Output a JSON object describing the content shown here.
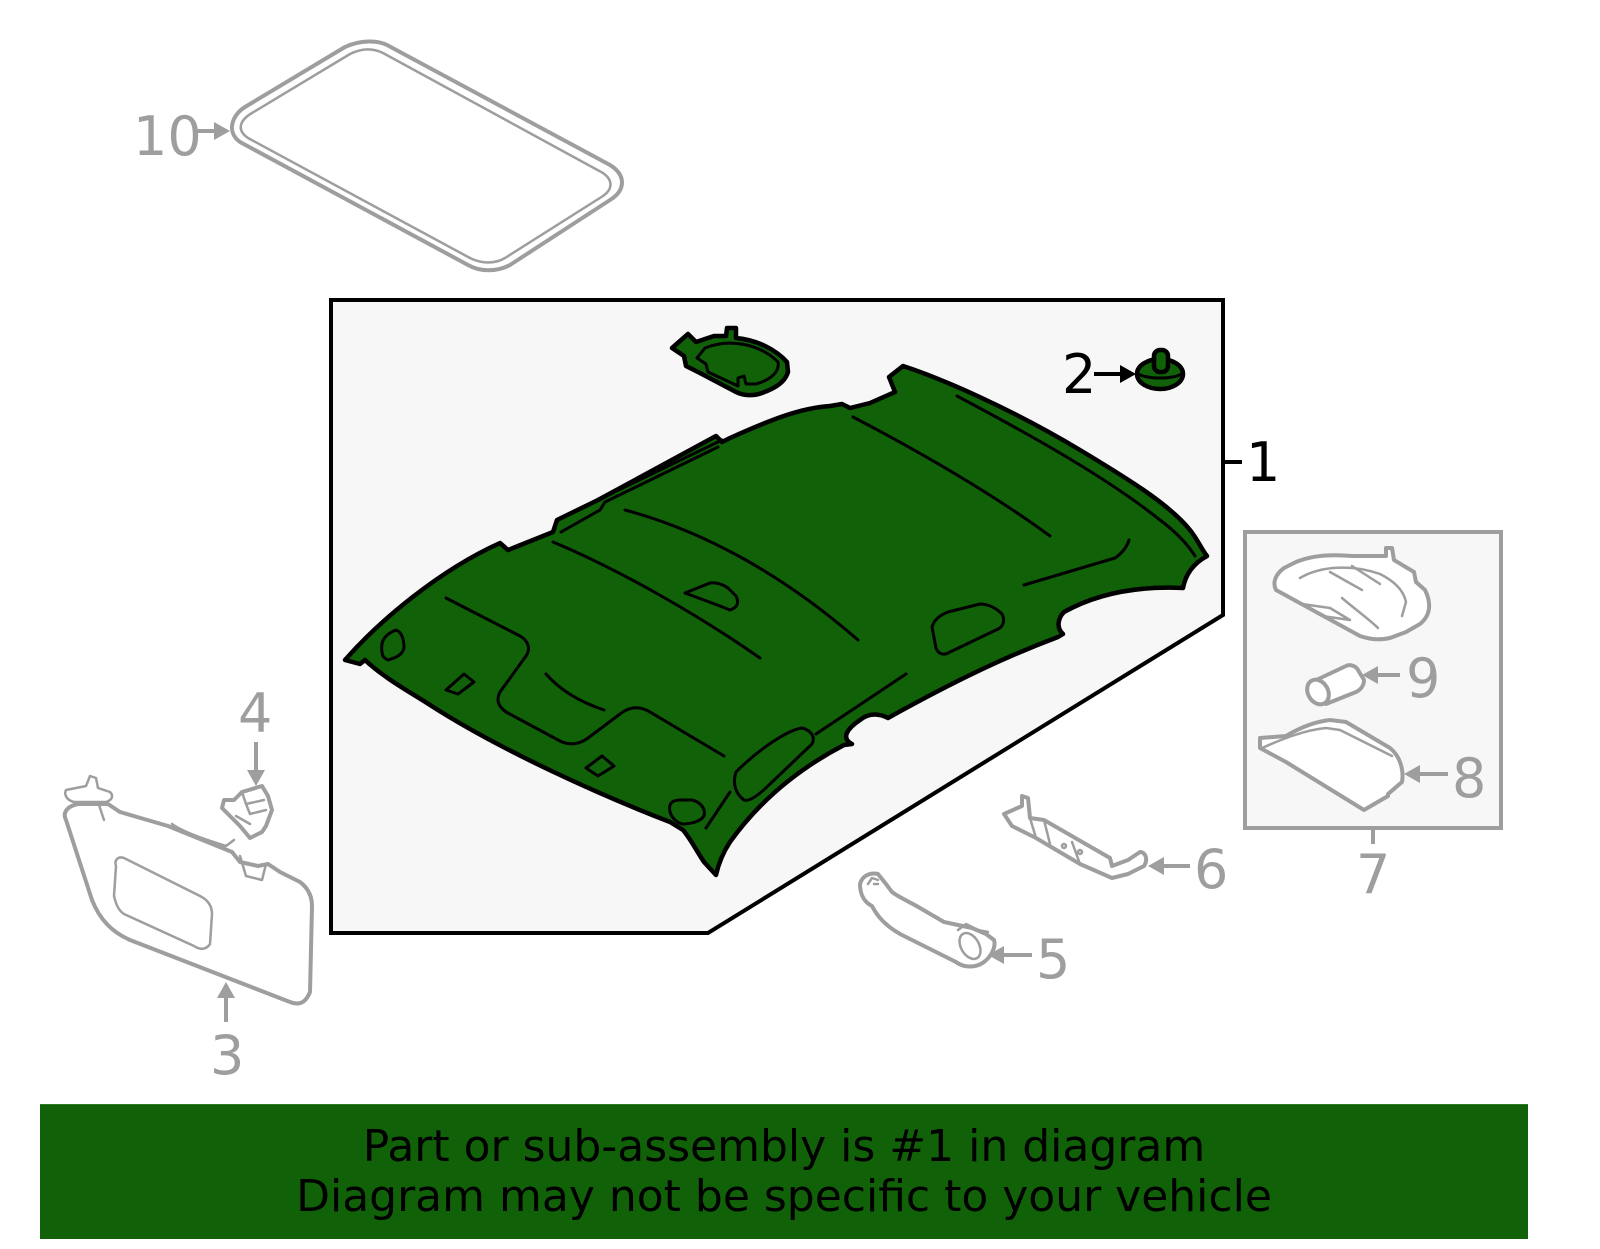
{
  "diagram": {
    "type": "exploded-parts-diagram",
    "subject": "Roof headliner assembly",
    "highlight_color": "#106108",
    "box_fill_color": "#f7f7f7",
    "secondary_part_color": "#9e9e9e",
    "callouts": [
      {
        "number": "1",
        "part": "headliner",
        "highlighted": true
      },
      {
        "number": "2",
        "part": "clip / grommet",
        "highlighted": true
      },
      {
        "number": "3",
        "part": "sun visor",
        "highlighted": false
      },
      {
        "number": "4",
        "part": "visor clip",
        "highlighted": false
      },
      {
        "number": "5",
        "part": "grab handle",
        "highlighted": false
      },
      {
        "number": "6",
        "part": "bracket",
        "highlighted": false
      },
      {
        "number": "7",
        "part": "dome lamp assembly",
        "highlighted": false
      },
      {
        "number": "8",
        "part": "lamp lens",
        "highlighted": false
      },
      {
        "number": "9",
        "part": "bulb",
        "highlighted": false
      },
      {
        "number": "10",
        "part": "sunroof weatherstrip",
        "highlighted": false
      }
    ]
  },
  "labels": {
    "c1": "1",
    "c2": "2",
    "c3": "3",
    "c4": "4",
    "c5": "5",
    "c6": "6",
    "c7": "7",
    "c8": "8",
    "c9": "9",
    "c10": "10"
  },
  "banner": {
    "line1": "Part or sub-assembly is #1 in diagram",
    "line2": "Diagram may not be specific to your vehicle",
    "background": "#106108",
    "text_color": "#000000"
  }
}
